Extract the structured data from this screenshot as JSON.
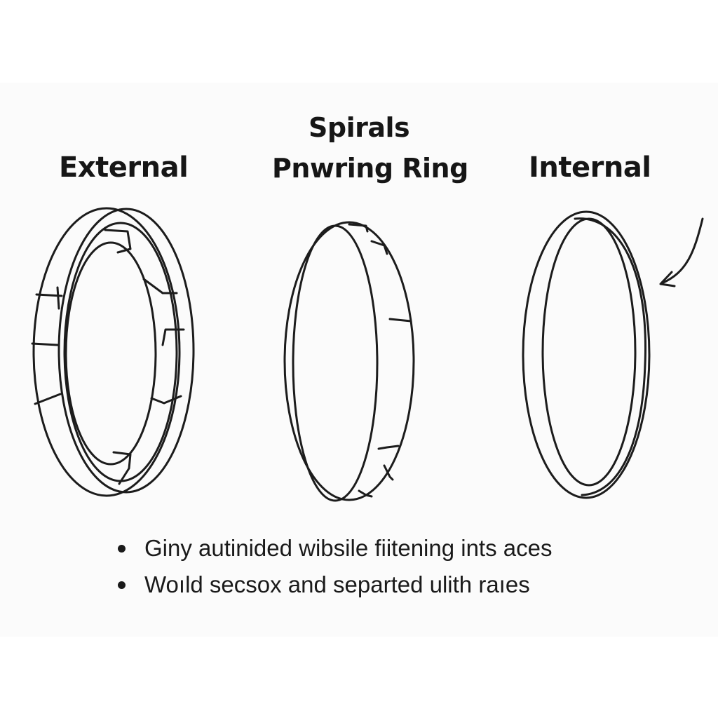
{
  "labels": {
    "external": "External",
    "spirals_line1": "Spirals",
    "spirals_line2": "Pnwring Ring",
    "internal": "Internal"
  },
  "bullets": [
    "Giny autinided wibsile fiitening ints aces",
    "Woıld secsox and separted ulith raıes"
  ],
  "colors": {
    "line": "#1c1c1c",
    "text": "#161616",
    "background": "#ffffff"
  }
}
